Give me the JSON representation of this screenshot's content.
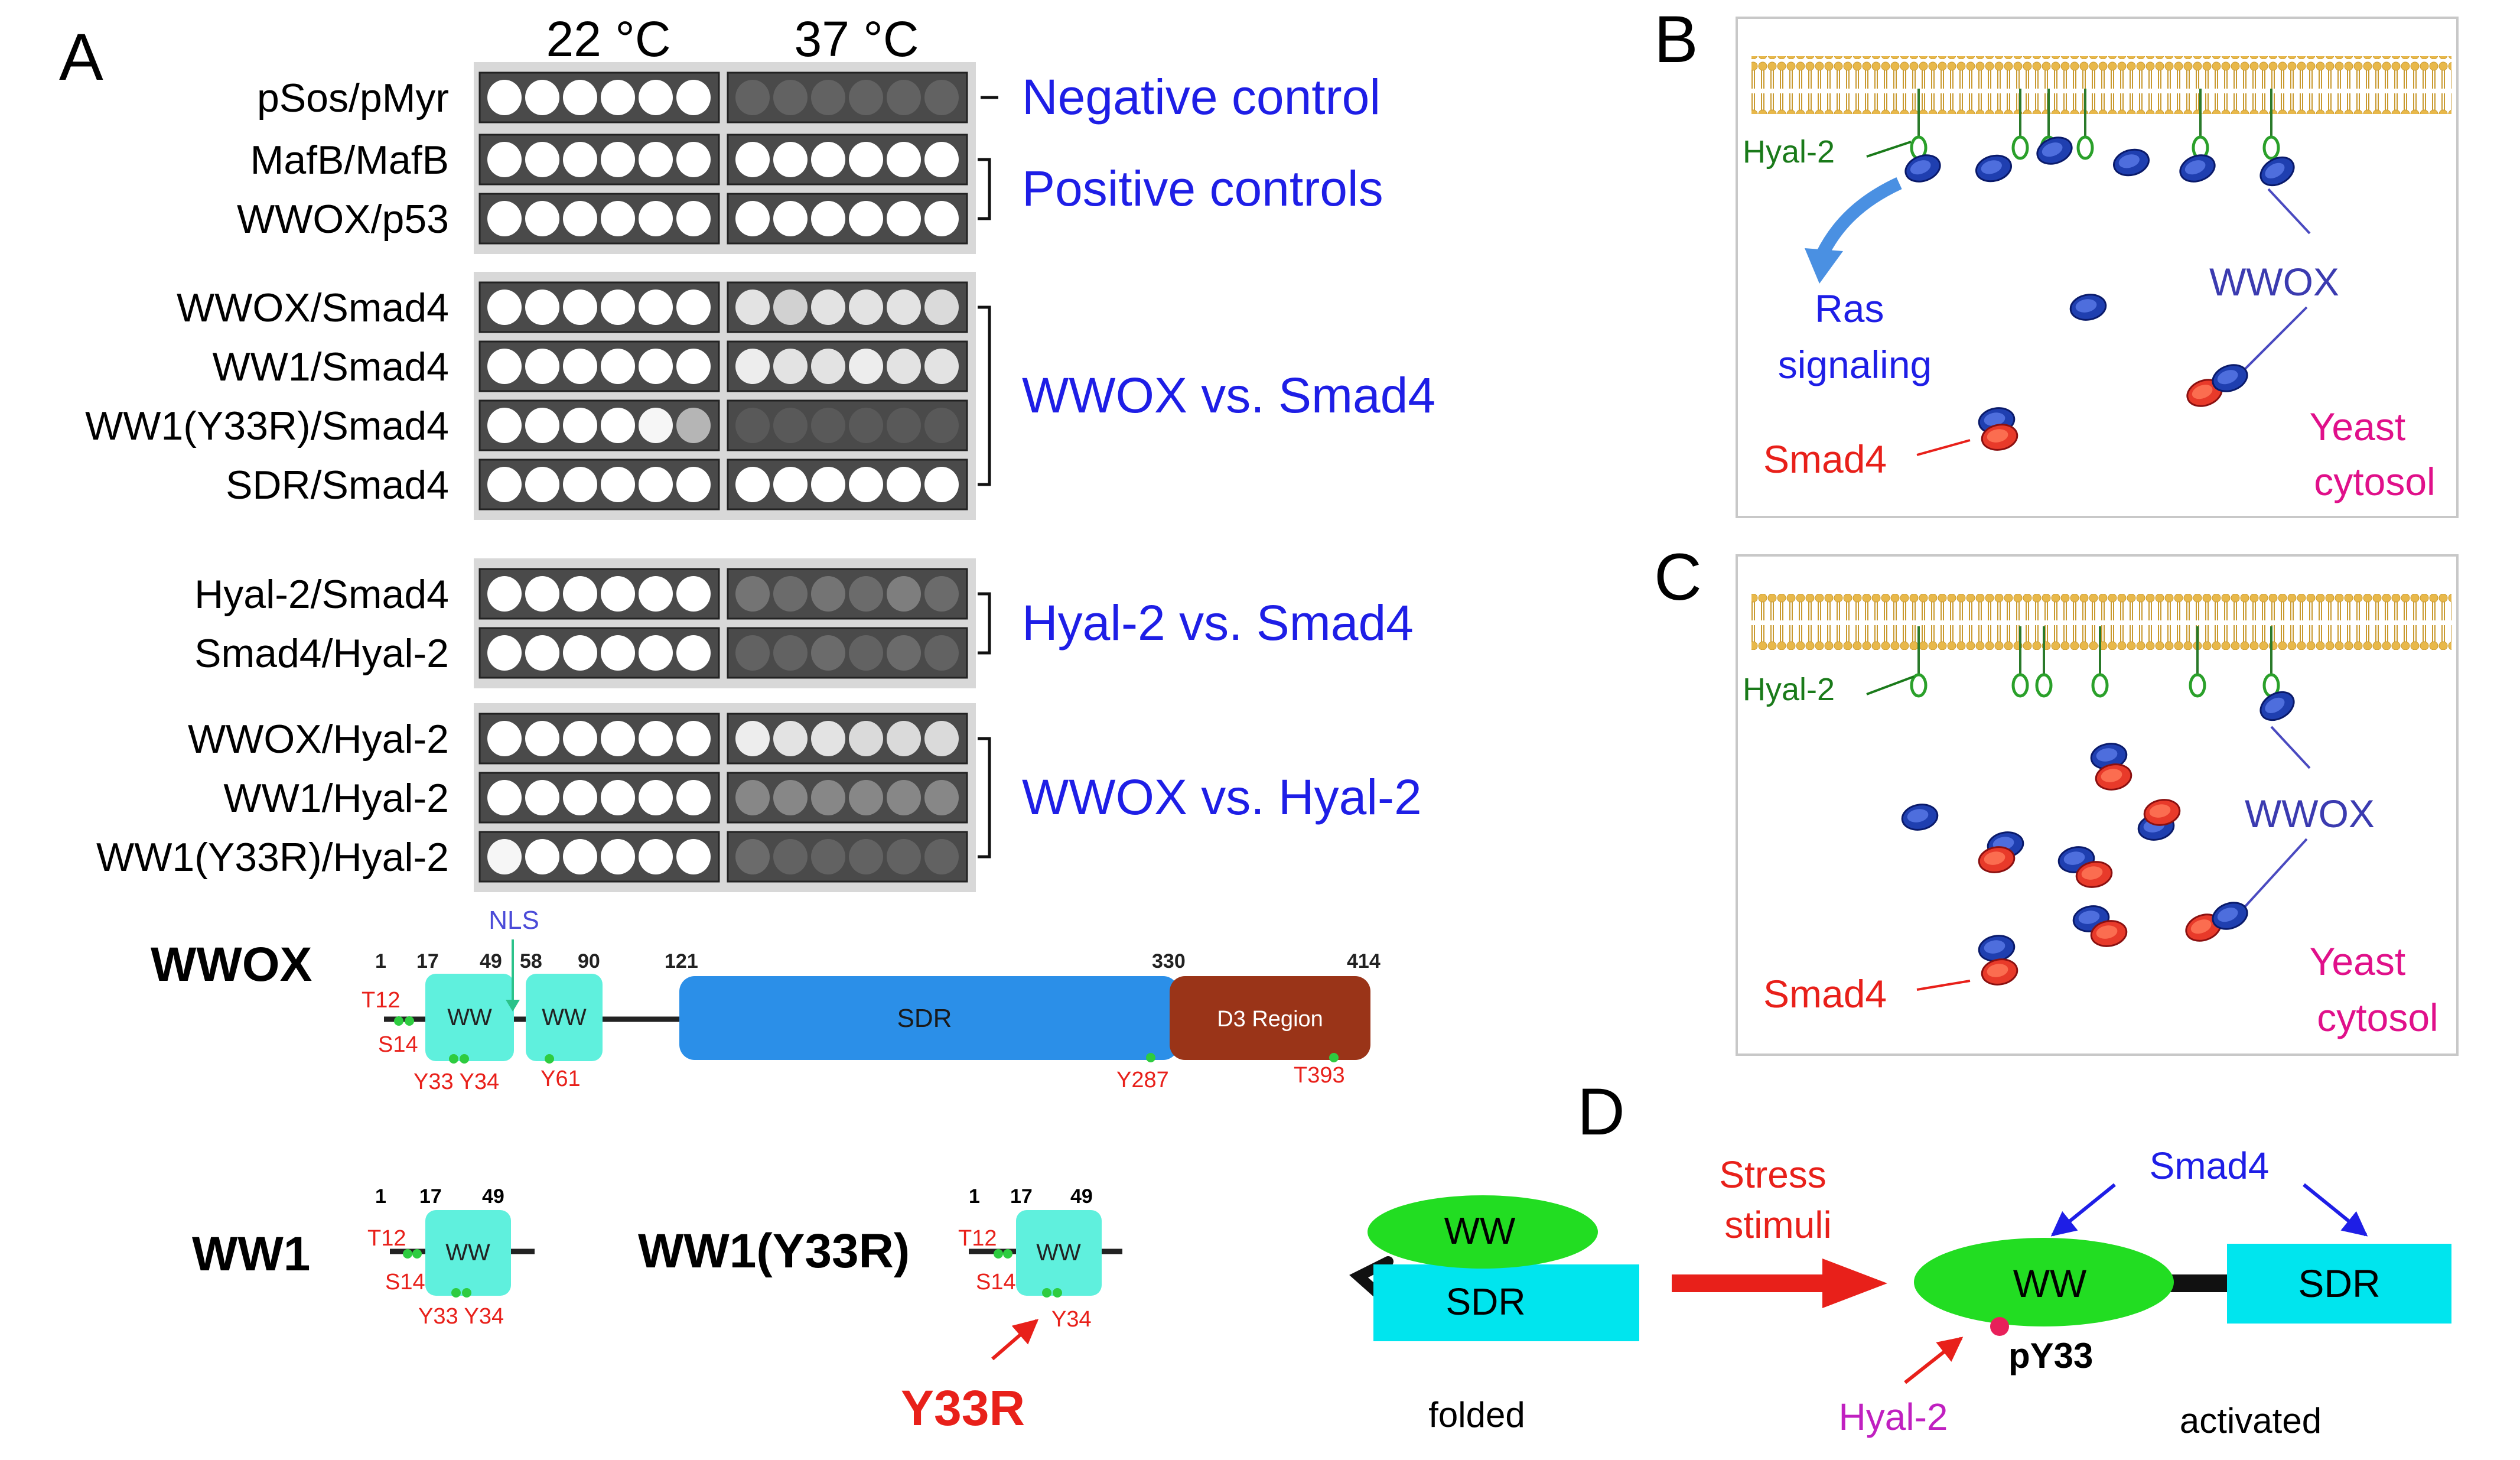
{
  "panel_letters": {
    "a": "A",
    "b": "B",
    "c": "C",
    "d": "D"
  },
  "panel_a": {
    "temp_22": "22 °C",
    "temp_37": "37 °C",
    "groups": [
      {
        "rows": [
          {
            "label": "pSos/pMyr",
            "spots22": [
              1,
              1,
              1,
              1,
              1,
              1
            ],
            "spots37": [
              0.15,
              0.15,
              0.15,
              0.15,
              0.15,
              0.15
            ]
          }
        ],
        "annotation": "Negative control",
        "bracket": "dash"
      },
      {
        "rows": [
          {
            "label": "MafB/MafB",
            "spots22": [
              1,
              1,
              1,
              1,
              1,
              1
            ],
            "spots37": [
              1,
              1,
              1,
              1,
              1,
              1
            ]
          },
          {
            "label": "WWOX/p53",
            "spots22": [
              1,
              1,
              1,
              1,
              1,
              1
            ],
            "spots37": [
              1,
              1,
              1,
              1,
              1,
              1
            ]
          }
        ],
        "annotation": "Positive controls",
        "bracket": "brace"
      },
      {
        "rows": [
          {
            "label": "WWOX/Smad4",
            "spots22": [
              1,
              1,
              1,
              1,
              1,
              1
            ],
            "spots37": [
              0.85,
              0.75,
              0.85,
              0.85,
              0.85,
              0.8
            ]
          },
          {
            "label": "WW1/Smad4",
            "spots22": [
              1,
              1,
              1,
              1,
              1,
              1
            ],
            "spots37": [
              0.9,
              0.85,
              0.85,
              0.9,
              0.85,
              0.85
            ]
          },
          {
            "label": "WW1(Y33R)/Smad4",
            "spots22": [
              1,
              1,
              1,
              1,
              0.95,
              0.6
            ],
            "spots37": [
              0.1,
              0.1,
              0.1,
              0.1,
              0.1,
              0.1
            ]
          },
          {
            "label": "SDR/Smad4",
            "spots22": [
              1,
              1,
              1,
              1,
              1,
              1
            ],
            "spots37": [
              1,
              1,
              1,
              1,
              1,
              1
            ]
          }
        ],
        "annotation": "WWOX vs. Smad4",
        "bracket": "brace"
      },
      {
        "rows": [
          {
            "label": "Hyal-2/Smad4",
            "spots22": [
              1,
              1,
              1,
              1,
              1,
              1
            ],
            "spots37": [
              0.25,
              0.2,
              0.25,
              0.2,
              0.3,
              0.2
            ]
          },
          {
            "label": "Smad4/Hyal-2",
            "spots22": [
              1,
              1,
              1,
              1,
              1,
              1
            ],
            "spots37": [
              0.15,
              0.15,
              0.2,
              0.15,
              0.2,
              0.15
            ]
          }
        ],
        "annotation": "Hyal-2 vs. Smad4",
        "bracket": "brace"
      },
      {
        "rows": [
          {
            "label": "WWOX/Hyal-2",
            "spots22": [
              1,
              1,
              1,
              1,
              1,
              1
            ],
            "spots37": [
              0.9,
              0.85,
              0.85,
              0.8,
              0.8,
              0.8
            ]
          },
          {
            "label": "WW1/Hyal-2",
            "spots22": [
              1,
              1,
              1,
              1,
              1,
              1
            ],
            "spots37": [
              0.35,
              0.35,
              0.35,
              0.35,
              0.35,
              0.35
            ]
          },
          {
            "label": "WW1(Y33R)/Hyal-2",
            "spots22": [
              0.95,
              1,
              1,
              1,
              1,
              1
            ],
            "spots37": [
              0.2,
              0.15,
              0.15,
              0.15,
              0.15,
              0.15
            ]
          }
        ],
        "annotation": "WWOX vs. Hyal-2",
        "bracket": "brace"
      }
    ]
  },
  "domain_map": {
    "wwox_title": "WWOX",
    "ww1_title": "WW1",
    "ww1_y33r_title": "WW1(Y33R)",
    "nls": "NLS",
    "positions": {
      "p1": "1",
      "p17": "17",
      "p49": "49",
      "p58": "58",
      "p90": "90",
      "p121": "121",
      "p330": "330",
      "p414": "414"
    },
    "ww_label": "WW",
    "sdr_label": "SDR",
    "d3_label": "D3 Region",
    "sites": {
      "t12": "T12",
      "s14": "S14",
      "y33_y34": "Y33 Y34",
      "y34": "Y34",
      "y61": "Y61",
      "y287": "Y287",
      "t393": "T393"
    },
    "mutation": "Y33R"
  },
  "panel_b": {
    "hyal2": "Hyal-2",
    "ras": "Ras signaling",
    "wwox": "WWOX",
    "smad4": "Smad4",
    "yeast": "Yeast cytosol"
  },
  "panel_c": {
    "hyal2": "Hyal-2",
    "wwox": "WWOX",
    "smad4": "Smad4",
    "yeast": "Yeast cytosol"
  },
  "panel_d": {
    "ww": "WW",
    "sdr": "SDR",
    "folded": "folded",
    "stress": "Stress stimuli",
    "smad4": "Smad4",
    "hyal2": "Hyal-2",
    "py33": "pY33",
    "activated": "activated"
  },
  "colors": {
    "blue_text": "#1e1ee6",
    "red_text": "#e8201a",
    "green_text": "#1a7a1a",
    "magenta": "#e0108a",
    "cyan": "#00e5ee",
    "green_oval": "#22dd22",
    "sdr_blue": "#2b8fe8",
    "d3_brown": "#9a3418",
    "ww_cyan": "#5ff0dd"
  }
}
